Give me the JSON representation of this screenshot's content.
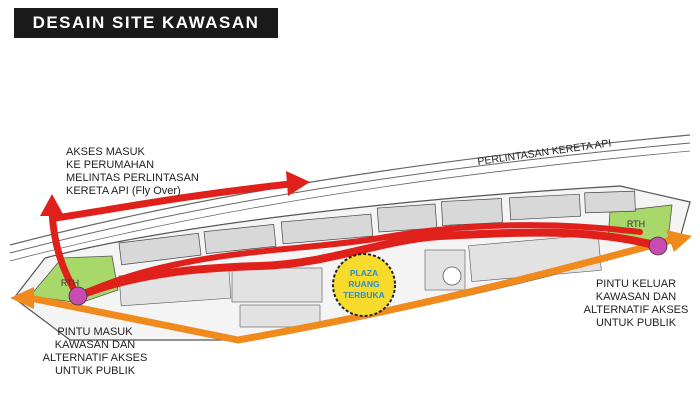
{
  "title": "DESAIN SITE KAWASAN",
  "rail_label": "PERLINTASAN KERETA API",
  "access_in_lines": [
    "AKSES MASUK",
    "KE PERUMAHAN",
    "MELINTAS PERLINTASAN",
    "KERETA API (Fly Over)"
  ],
  "rth_left": "RTH",
  "rth_right": "RTH",
  "plaza_lines": [
    "PLAZA",
    "RUANG",
    "TERBUKA"
  ],
  "gate_in_lines": [
    "PINTU MASUK",
    "KAWASAN DAN",
    "ALTERNATIF AKSES",
    "UNTUK PUBLIK"
  ],
  "gate_out_lines": [
    "PINTU KELUAR",
    "KAWASAN DAN",
    "ALTERNATIF AKSES",
    "UNTUK PUBLIK"
  ],
  "colors": {
    "red_route": "#e0211b",
    "orange_route": "#f08a1c",
    "rth_green": "#a8d86a",
    "gate_magenta": "#c74bb0",
    "plaza_yellow": "#f6da2c",
    "plaza_text": "#2a8fc9"
  }
}
